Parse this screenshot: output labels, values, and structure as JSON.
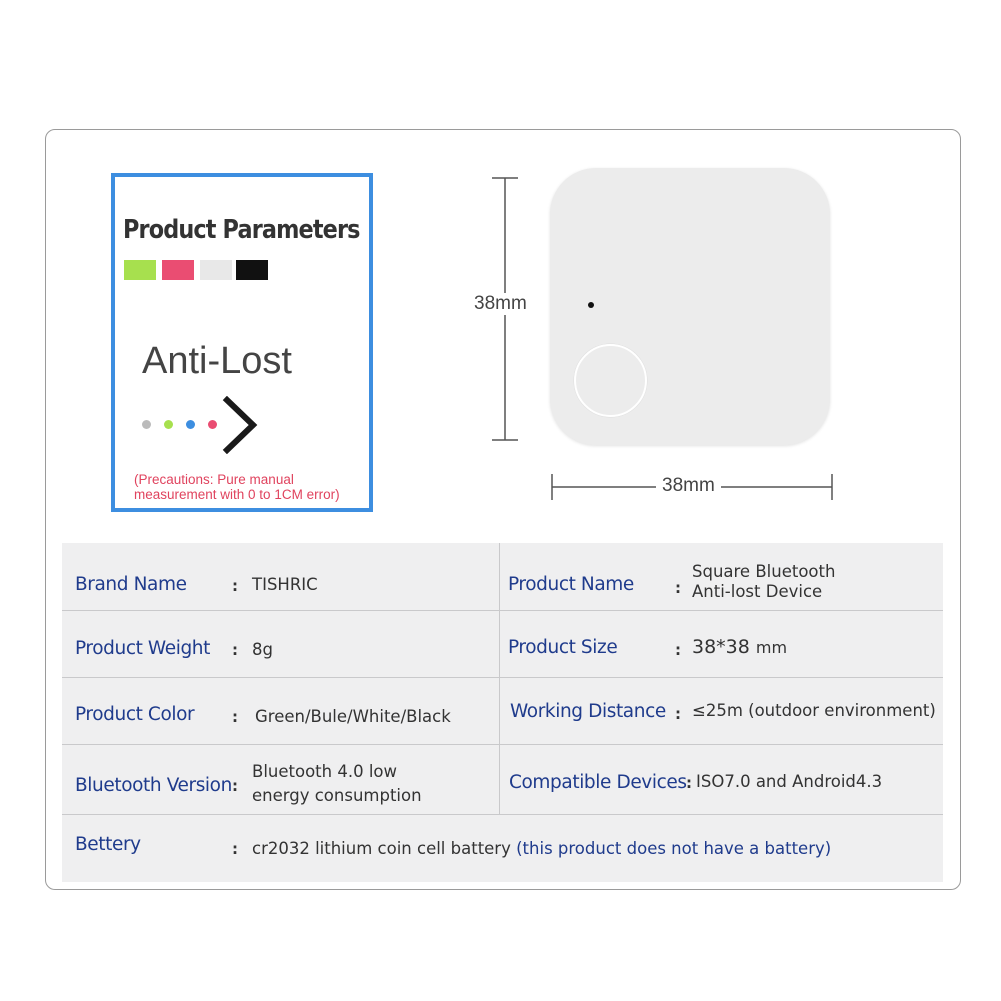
{
  "panel": {
    "title": "Product Parameters",
    "swatches": [
      "#a7e04e",
      "#ea4d72",
      "#e8e8e8",
      "#111111"
    ],
    "product_line": "Anti-Lost",
    "dots": [
      "#bbbbbb",
      "#a7e04e",
      "#3d8ee0",
      "#ea4d72"
    ],
    "precaution": "(Precautions: Pure manual measurement with 0 to 1CM error)"
  },
  "dimensions": {
    "height": "38mm",
    "width": "38mm"
  },
  "specs": {
    "brand": {
      "label": "Brand Name",
      "value": "TISHRIC"
    },
    "product_name": {
      "label": "Product Name",
      "value_line1": "Square Bluetooth",
      "value_line2": "Anti-lost Device"
    },
    "weight": {
      "label": "Product Weight",
      "value": "8g"
    },
    "size": {
      "label": "Product Size",
      "value": "38*38",
      "unit": "mm"
    },
    "color": {
      "label": "Product Color",
      "value": "Green/Bule/White/Black"
    },
    "distance": {
      "label": "Working Distance",
      "value": "≤25m (outdoor environment)"
    },
    "bluetooth": {
      "label": "Bluetooth Version",
      "value_line1": "Bluetooth 4.0 low",
      "value_line2": "energy consumption"
    },
    "devices": {
      "label": "Compatible Devices",
      "value": "ISO7.0 and Android4.3"
    },
    "battery": {
      "label": "Bettery",
      "value": "cr2032 lithium coin cell battery",
      "note": "(this product does not have a battery)"
    }
  },
  "colon": ":"
}
